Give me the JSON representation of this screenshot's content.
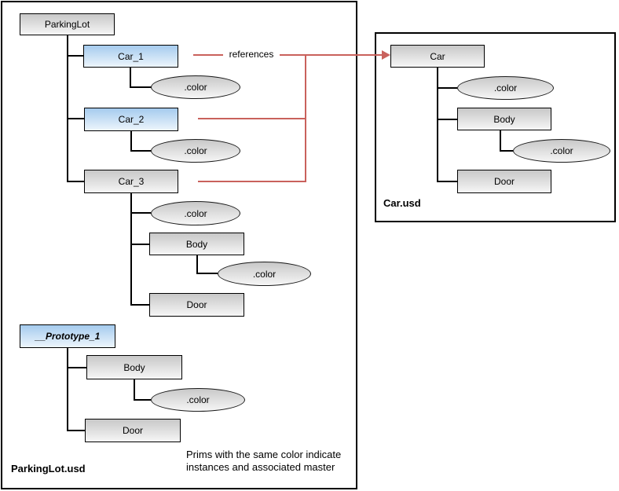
{
  "parkinglot_tree": {
    "file_label": "ParkingLot.usd",
    "root": "ParkingLot",
    "car_1": {
      "label": "Car_1",
      "color": ".color"
    },
    "car_2": {
      "label": "Car_2",
      "color": ".color"
    },
    "car_3": {
      "label": "Car_3",
      "color": ".color",
      "body": {
        "label": "Body",
        "color": ".color"
      },
      "door": "Door"
    },
    "prototype": {
      "label": "__Prototype_1",
      "body": {
        "label": "Body",
        "color": ".color"
      },
      "door": "Door"
    },
    "note": [
      "Prims with the same color indicate",
      "instances and associated master"
    ]
  },
  "car_tree": {
    "file_label": "Car.usd",
    "root": "Car",
    "color": ".color",
    "body": {
      "label": "Body",
      "color": ".color"
    },
    "door": "Door"
  },
  "edge": {
    "label": "references"
  },
  "colors": {
    "instance_blue": "#a5cbee",
    "prim_gray": "#c8c8c8",
    "reference_red": "#c9615c"
  }
}
